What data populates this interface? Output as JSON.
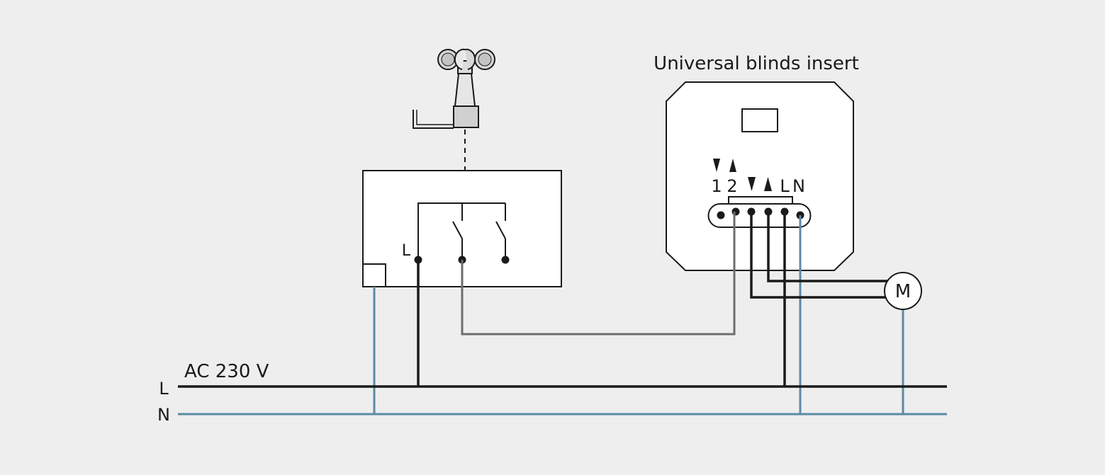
{
  "insert": {
    "title": "Universal blinds insert"
  },
  "terminals": {
    "out1": "1",
    "out2": "2",
    "L": "L",
    "N": "N"
  },
  "sensor_box": {
    "terminal_label": "L"
  },
  "motor": {
    "label": "M"
  },
  "supply": {
    "voltage_label": "AC 230 V",
    "line_label": "L",
    "neutral_label": "N"
  },
  "colors": {
    "background": "#eeeeee",
    "line_wire": "#1a1a1a",
    "neutral_wire": "#5b8aa6",
    "switched_wire": "#6d6d6d",
    "component_fill": "#ffffff"
  }
}
